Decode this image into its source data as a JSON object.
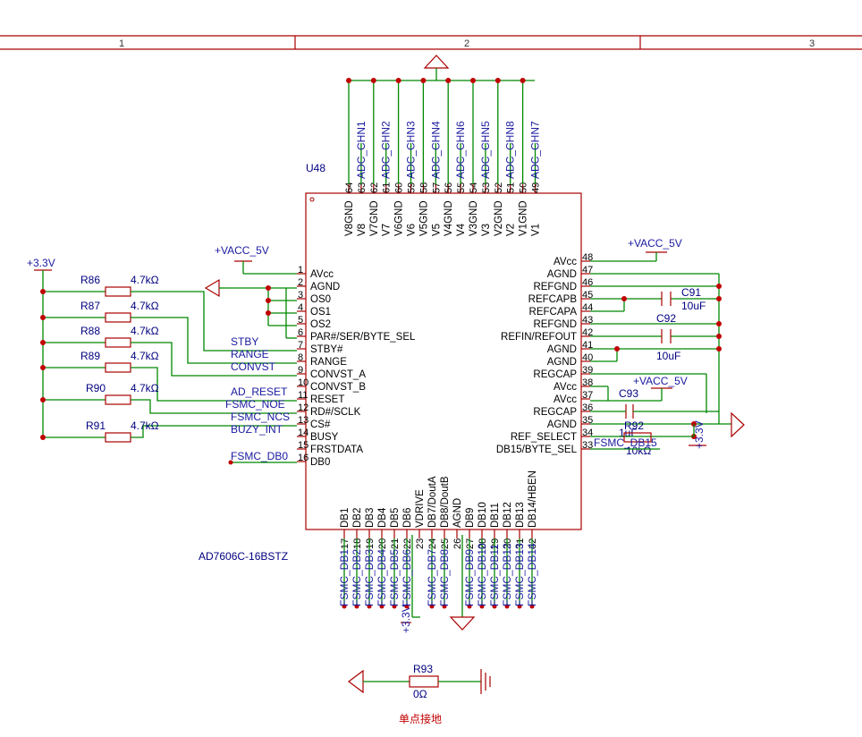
{
  "border": {
    "zones": [
      "1",
      "2",
      "3"
    ]
  },
  "ic": {
    "designator": "U48",
    "part": "AD7606C-16BSTZ",
    "left_pins": [
      {
        "num": "1",
        "name": "AVcc"
      },
      {
        "num": "2",
        "name": "AGND"
      },
      {
        "num": "3",
        "name": "OS0"
      },
      {
        "num": "4",
        "name": "OS1"
      },
      {
        "num": "5",
        "name": "OS2"
      },
      {
        "num": "6",
        "name": "PAR#/SER/BYTE_SEL"
      },
      {
        "num": "7",
        "name": "STBY#"
      },
      {
        "num": "8",
        "name": "RANGE"
      },
      {
        "num": "9",
        "name": "CONVST_A"
      },
      {
        "num": "10",
        "name": "CONVST_B"
      },
      {
        "num": "11",
        "name": "RESET"
      },
      {
        "num": "12",
        "name": "RD#/SCLK"
      },
      {
        "num": "13",
        "name": "CS#"
      },
      {
        "num": "14",
        "name": "BUSY"
      },
      {
        "num": "15",
        "name": "FRSTDATA"
      },
      {
        "num": "16",
        "name": "DB0"
      }
    ],
    "right_pins": [
      {
        "num": "48",
        "name": "AVcc"
      },
      {
        "num": "47",
        "name": "AGND"
      },
      {
        "num": "46",
        "name": "REFGND"
      },
      {
        "num": "45",
        "name": "REFCAPB"
      },
      {
        "num": "44",
        "name": "REFCAPA"
      },
      {
        "num": "43",
        "name": "REFGND"
      },
      {
        "num": "42",
        "name": "REFIN/REFOUT"
      },
      {
        "num": "41",
        "name": "AGND"
      },
      {
        "num": "40",
        "name": "AGND"
      },
      {
        "num": "39",
        "name": "REGCAP"
      },
      {
        "num": "38",
        "name": "AVcc"
      },
      {
        "num": "37",
        "name": "AVcc"
      },
      {
        "num": "36",
        "name": "REGCAP"
      },
      {
        "num": "35",
        "name": "AGND"
      },
      {
        "num": "34",
        "name": "REF_SELECT"
      },
      {
        "num": "33",
        "name": "DB15/BYTE_SEL"
      }
    ],
    "top_pins": [
      {
        "num": "64",
        "name": "V8GND"
      },
      {
        "num": "63",
        "name": "V8"
      },
      {
        "num": "62",
        "name": "V7GND"
      },
      {
        "num": "61",
        "name": "V7"
      },
      {
        "num": "60",
        "name": "V6GND"
      },
      {
        "num": "59",
        "name": "V6"
      },
      {
        "num": "58",
        "name": "V5GND"
      },
      {
        "num": "57",
        "name": "V5"
      },
      {
        "num": "56",
        "name": "V4GND"
      },
      {
        "num": "55",
        "name": "V4"
      },
      {
        "num": "54",
        "name": "V3GND"
      },
      {
        "num": "53",
        "name": "V3"
      },
      {
        "num": "52",
        "name": "V2GND"
      },
      {
        "num": "51",
        "name": "V2"
      },
      {
        "num": "50",
        "name": "V1GND"
      },
      {
        "num": "49",
        "name": "V1"
      }
    ],
    "bottom_pins": [
      {
        "num": "17",
        "name": "DB1"
      },
      {
        "num": "18",
        "name": "DB2"
      },
      {
        "num": "19",
        "name": "DB3"
      },
      {
        "num": "20",
        "name": "DB4"
      },
      {
        "num": "21",
        "name": "DB5"
      },
      {
        "num": "22",
        "name": "DB6"
      },
      {
        "num": "23",
        "name": "VDRIVE"
      },
      {
        "num": "24",
        "name": "DB7/DoutA"
      },
      {
        "num": "25",
        "name": "DB8/DoutB"
      },
      {
        "num": "26",
        "name": "AGND"
      },
      {
        "num": "27",
        "name": "DB9"
      },
      {
        "num": "28",
        "name": "DB10"
      },
      {
        "num": "29",
        "name": "DB11"
      },
      {
        "num": "30",
        "name": "DB12"
      },
      {
        "num": "31",
        "name": "DB13"
      },
      {
        "num": "32",
        "name": "DB14/HBEN"
      }
    ]
  },
  "top_nets": [
    "ADC_CHN1",
    "ADC_CHN2",
    "ADC_CHN3",
    "ADC_CHN4",
    "ADC_CHN6",
    "ADC_CHN5",
    "ADC_CHN8",
    "ADC_CHN7"
  ],
  "bottom_nets": [
    "FSMC_DB1",
    "FSMC_DB2",
    "FSMC_DB3",
    "FSMC_DB4",
    "FSMC_DB5",
    "FSMC_DB6",
    "FSMC_DB7",
    "FSMC_DB8",
    "FSMC_DB9",
    "FSMC_DB10",
    "FSMC_DB11",
    "FSMC_DB12",
    "FSMC_DB13",
    "FSMC_DB14"
  ],
  "left_nets": [
    "STBY",
    "RANGE",
    "CONVST",
    "AD_RESET",
    "FSMC_NOE",
    "FSMC_NCS",
    "BUZY_INT",
    "FSMC_DB0"
  ],
  "right_net": "FSMC_DB15",
  "power": {
    "vcc5_left": "+VACC_5V",
    "vcc5_right1": "+VACC_5V",
    "vcc5_right2": "+VACC_5V",
    "v33_left": "+3.3V",
    "v33_right": "+3.3V",
    "v33_bottom": "+3.3V"
  },
  "resistors": [
    {
      "ref": "R86",
      "value": "4.7kΩ"
    },
    {
      "ref": "R87",
      "value": "4.7kΩ"
    },
    {
      "ref": "R88",
      "value": "4.7kΩ"
    },
    {
      "ref": "R89",
      "value": "4.7kΩ"
    },
    {
      "ref": "R90",
      "value": "4.7kΩ"
    },
    {
      "ref": "R91",
      "value": "4.7kΩ"
    }
  ],
  "caps": [
    {
      "ref": "C91",
      "value": "10uF"
    },
    {
      "ref": "C92",
      "value": "10uF"
    },
    {
      "ref": "C93",
      "value": "1uF"
    }
  ],
  "r92": {
    "ref": "R92",
    "value": "10kΩ"
  },
  "r93": {
    "ref": "R93",
    "value": "0Ω",
    "note": "单点接地"
  }
}
